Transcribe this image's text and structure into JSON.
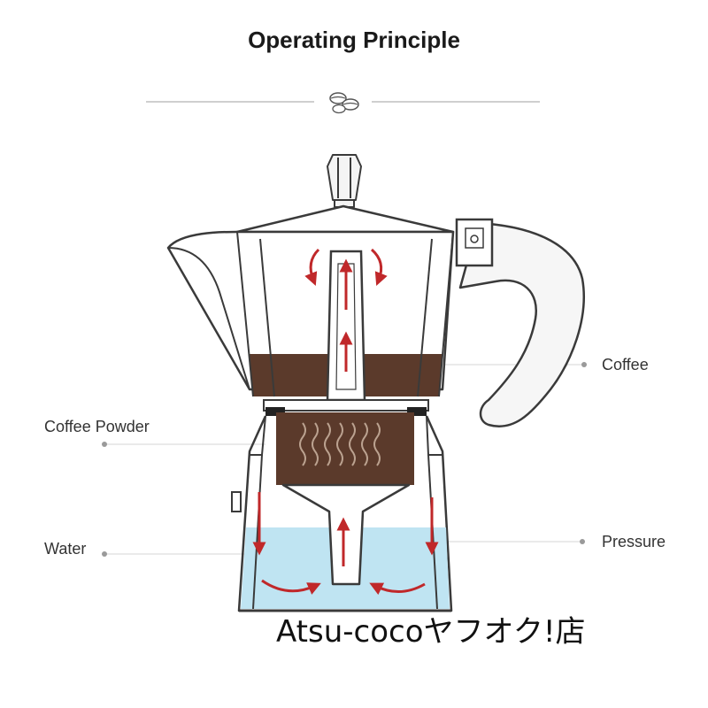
{
  "title": "Operating Principle",
  "labels": {
    "coffee": "Coffee",
    "coffee_powder": "Coffee Powder",
    "water": "Water",
    "pressure": "Pressure"
  },
  "watermark": "Atsu-cocoヤフオク!店",
  "colors": {
    "coffee": "#5b3a2b",
    "water": "#bfe4f2",
    "arrow": "#c0282a",
    "outline": "#3a3a3a"
  },
  "icons": [
    "coffee-beans-icon"
  ]
}
